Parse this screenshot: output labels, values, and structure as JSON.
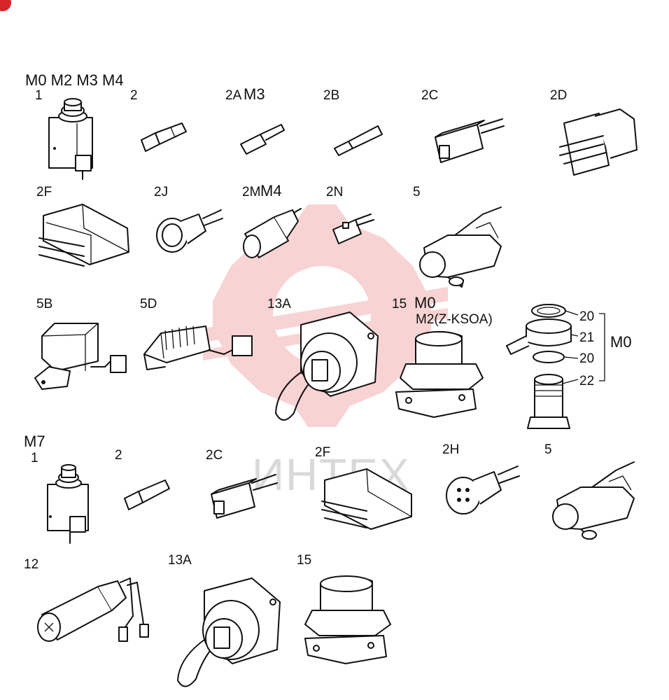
{
  "header": {
    "models_top": "M0 M2 M3 M4",
    "models_m7": "M7"
  },
  "watermark": {
    "text": "ИНТЕХ",
    "color": "#f4a3a3"
  },
  "parts": {
    "p1": "1",
    "p2": "2",
    "p2a": "2A",
    "p2a_model": "M3",
    "p2b": "2B",
    "p2c": "2C",
    "p2d": "2D",
    "p2f": "2F",
    "p2j": "2J",
    "p2m": "2M",
    "p2m_model": "M4",
    "p2n": "2N",
    "p5": "5",
    "p5b": "5B",
    "p5d": "5D",
    "p13a": "13A",
    "p15": "15",
    "p15_model": "M0",
    "p15_model2": "M2(Z-KSOA)",
    "m7_p1": "1",
    "m7_p2": "2",
    "m7_p2c": "2C",
    "m7_p2f": "2F",
    "m7_p2h": "2H",
    "m7_p5": "5",
    "m7_p12": "12",
    "m7_p13a": "13A",
    "m7_p15": "15"
  },
  "fitting_callouts": {
    "c20a": "20",
    "c21": "21",
    "c20b": "20",
    "c22": "22",
    "group_model": "M0"
  }
}
